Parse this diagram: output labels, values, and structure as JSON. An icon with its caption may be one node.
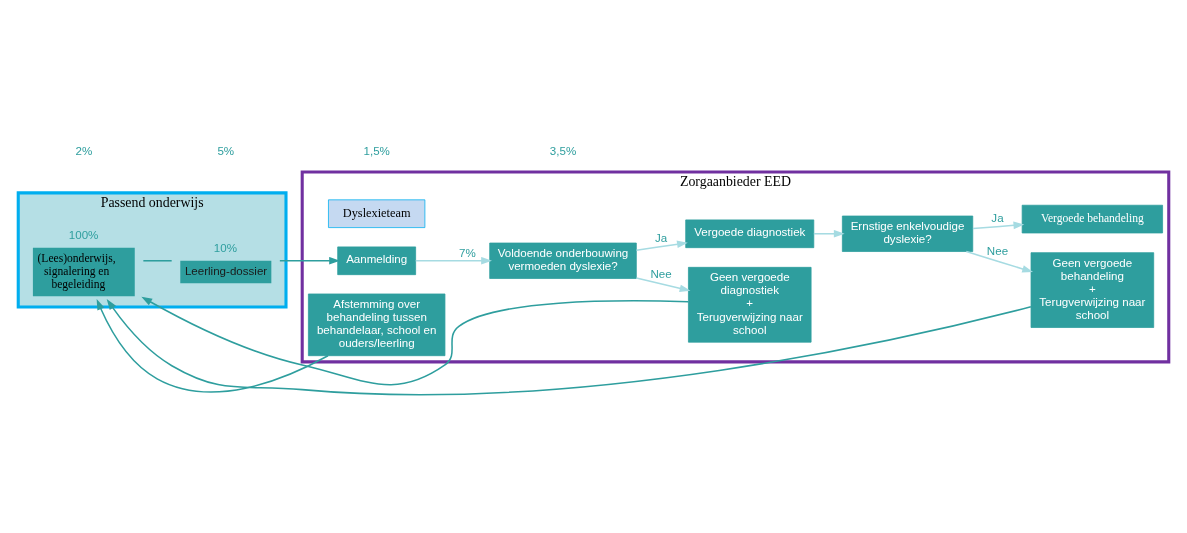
{
  "diagram": {
    "nodes": [
      {
        "text": [
          "Passend onderwijs"
        ]
      },
      {
        "text": [
          "(Lees)onderwijs, signalering en begeleiding"
        ],
        "in": 0,
        "beside": [
          "100%"
        ]
      },
      {
        "text": [
          "Leerling-dossier"
        ],
        "in": 0,
        "beside": [
          "10%"
        ]
      },
      {
        "text": [
          "Zorgaanbieder EED"
        ]
      },
      {
        "text": [
          "Dyslexieteam"
        ],
        "in": 3
      },
      {
        "text": [
          "Aanmelding"
        ],
        "in": 3
      },
      {
        "text": [
          "Geen vergoede diagnostiek",
          "+",
          "Terugverwijzing naar school"
        ],
        "in": 3
      },
      {
        "text": [
          "Voldoende onderbouwing vermoeden dyslexie?"
        ],
        "in": 3
      },
      {
        "text": [
          "Vergoede diagnostiek"
        ],
        "in": 3
      },
      {
        "text": [
          "Geen vergoede behandeling",
          "+",
          "Terugverwijzing naar school"
        ],
        "in": 3
      },
      {
        "text": [
          "Ernstige enkelvoudige dyslexie?"
        ],
        "in": 3
      },
      {
        "text": [
          "Afstemming over behandeling tussen behandelaar, school en ouders/leerling"
        ],
        "in": 3
      },
      {
        "text": [
          "Vergoede behandeling"
        ],
        "in": 3
      }
    ],
    "edges": [
      {
        "from": 1,
        "to": 2,
        "arrow": "none",
        "color": "#2e9e9e"
      },
      {
        "from": 2,
        "to": 5,
        "arrow": "to",
        "color": "#2e9e9e"
      },
      {
        "from": 5,
        "to": 7,
        "arrow": "to",
        "label": "7%"
      },
      {
        "from": 7,
        "to": 6,
        "arrow": "to",
        "label": "Nee"
      },
      {
        "from": 7,
        "to": 8,
        "arrow": "to",
        "label": "Ja"
      },
      {
        "from": 8,
        "to": 10,
        "arrow": "to"
      },
      {
        "from": 10,
        "to": 9,
        "arrow": "to",
        "label": "Nee"
      },
      {
        "from": 10,
        "to": 12,
        "arrow": "to",
        "label": "Ja"
      },
      {
        "from": 6,
        "to": 1,
        "arrow": "to",
        "color": "#2e9e9e"
      },
      {
        "from": 9,
        "to": 1,
        "arrow": "to",
        "color": "#2e9e9e"
      },
      {
        "from": 11,
        "to": 1,
        "arrow": "to",
        "color": "#2e9e9e"
      }
    ],
    "labels": [
      "2%",
      "5%",
      "1,5%",
      "3,5%"
    ]
  }
}
